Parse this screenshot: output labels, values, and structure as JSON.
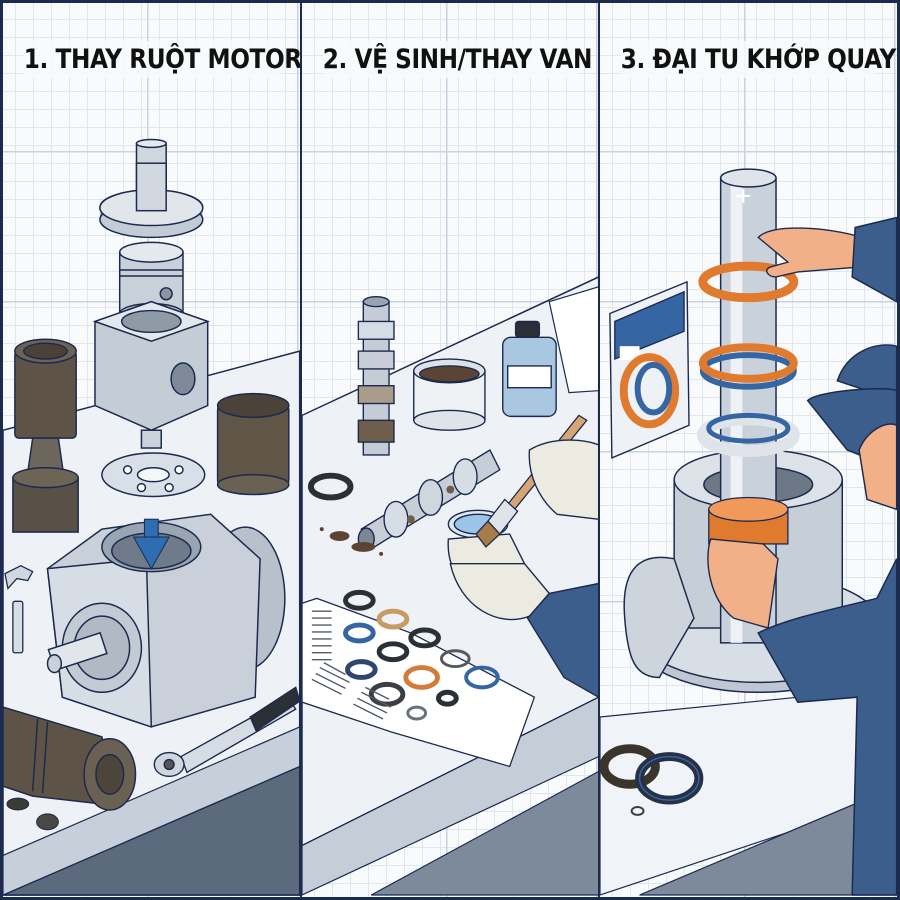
{
  "infographic": {
    "panels": [
      {
        "step": 1,
        "title": "1. THAY RUỘT MOTOR",
        "illustration": "exploded hydraulic motor: shaft flange, piston, housing block, port plate, blue arrow into motor housing, rusty old pistons, wrench, ratchet, pin, rusty piston assembly, small rings"
      },
      {
        "step": 2,
        "title": "2. VỆ SINH/THAY VAN",
        "illustration": "valve spools (one dirty, one being cleaned), jar of sludge, cleaning fluid bottle, gloved hand with brush and solvent cup, seal kit with o-rings and springs on paper sheets"
      },
      {
        "step": 3,
        "title": "3. ĐẠI TU KHỚP QUAY",
        "illustration": "polished rotary joint shaft with orange and blue seals being installed by technician in cap, seal package card, cutaway rotary joint housing, old worn seals on bench"
      }
    ],
    "colors": {
      "frame_border": "#1b2a4e",
      "grid_major": "#c9d3de",
      "grid_minor": "#dfe6ee",
      "paper": "#f8fafc",
      "arrow_blue": "#2f6db3",
      "seal_orange": "#e07a2e",
      "seal_blue": "#3565a3",
      "work_uniform": "#3b5e8c",
      "bench_dark": "#5c6a7e"
    }
  }
}
